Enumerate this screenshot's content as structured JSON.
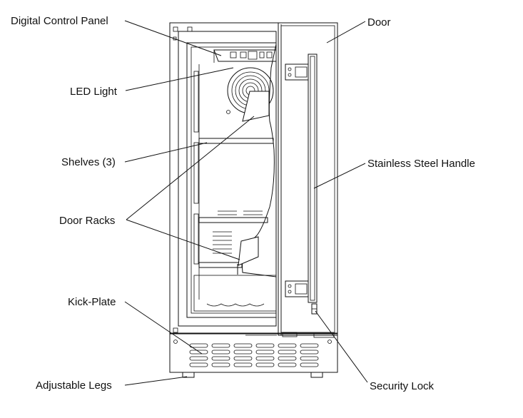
{
  "diagram": {
    "labels": {
      "digital_control_panel": "Digital Control Panel",
      "led_light": "LED Light",
      "shelves": "Shelves (3)",
      "door_racks": "Door Racks",
      "kick_plate": "Kick-Plate",
      "adjustable_legs": "Adjustable Legs",
      "door": "Door",
      "stainless_steel_handle": "Stainless Steel Handle",
      "security_lock": "Security Lock"
    }
  }
}
